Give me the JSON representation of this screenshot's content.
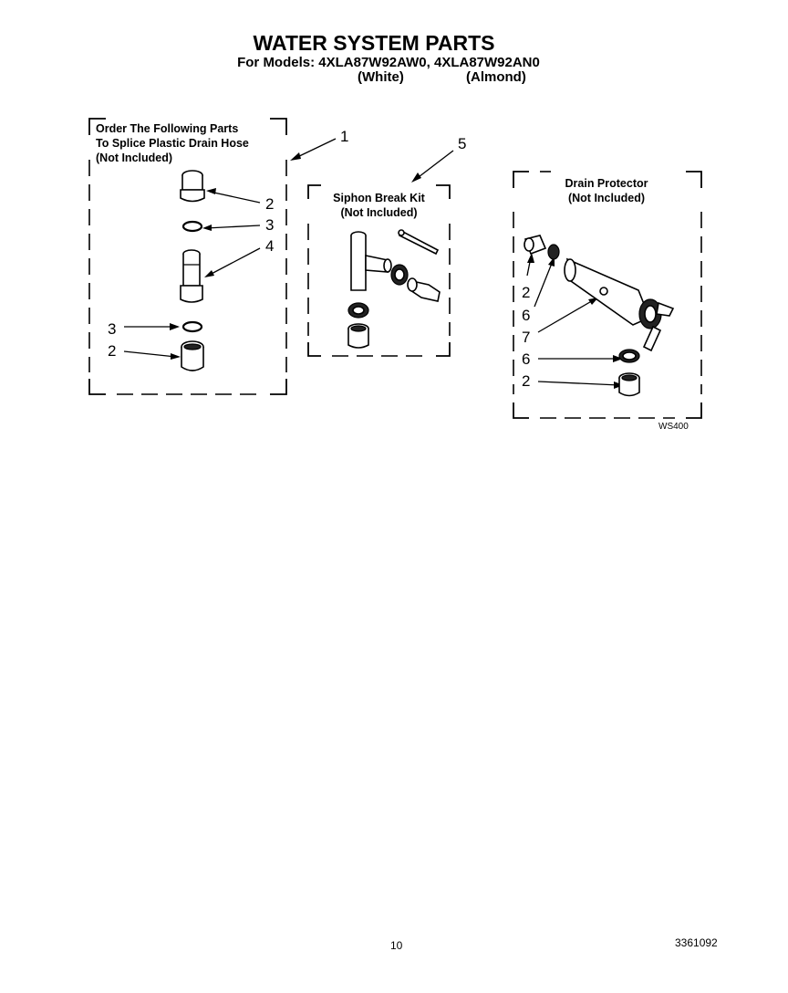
{
  "header": {
    "title": "WATER SYSTEM PARTS",
    "models_line": "For Models: 4XLA87W92AW0, 4XLA87W92AN0",
    "variant_white": "(White)",
    "variant_almond": "(Almond)"
  },
  "box_splice": {
    "line1": "Order The Following Parts",
    "line2": "To Splice Plastic Drain Hose",
    "line3": "(Not Included)"
  },
  "box_siphon": {
    "line1": "Siphon Break Kit",
    "line2": "(Not Included)"
  },
  "box_drain": {
    "line1": "Drain Protector",
    "line2": "(Not Included)"
  },
  "callouts": {
    "c1": "1",
    "c5": "5",
    "splice_2a": "2",
    "splice_3a": "3",
    "splice_4": "4",
    "splice_3b": "3",
    "splice_2b": "2",
    "drain_2a": "2",
    "drain_6a": "6",
    "drain_7": "7",
    "drain_6b": "6",
    "drain_2b": "2"
  },
  "figure_ref": "WS400",
  "footer": {
    "page_number": "10",
    "doc_number": "3361092"
  }
}
